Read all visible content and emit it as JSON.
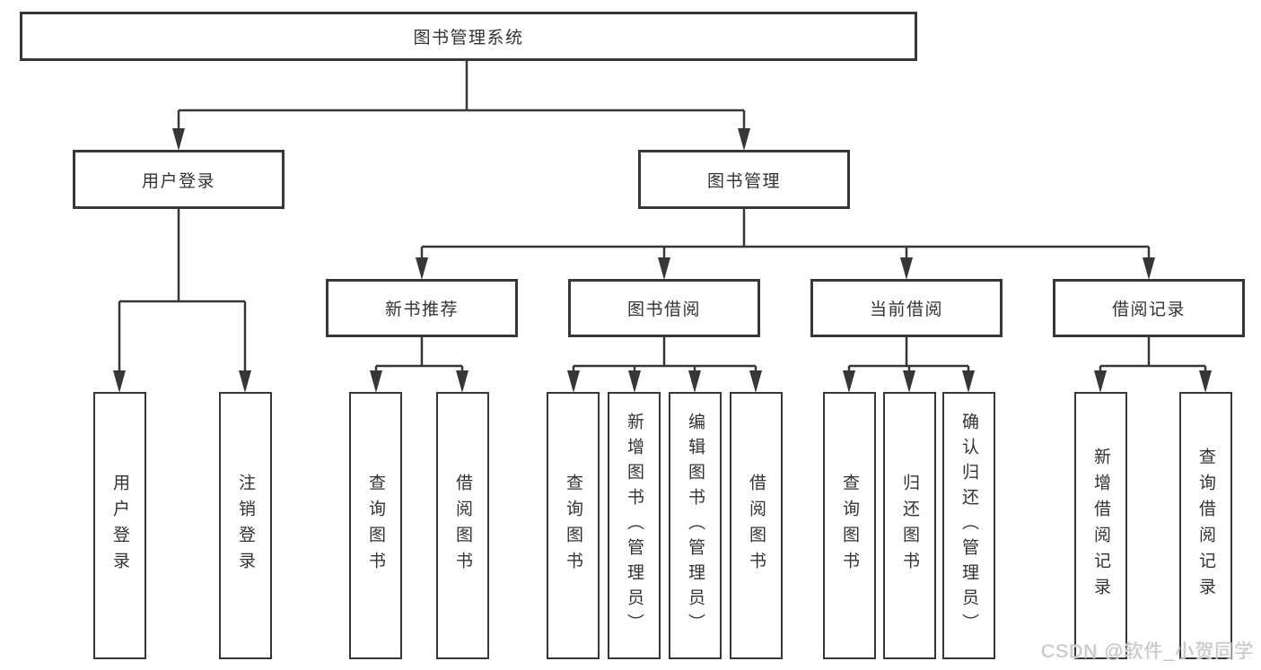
{
  "diagram": {
    "title": "图书管理系统",
    "tree": {
      "root": {
        "label": "图书管理系统",
        "children": [
          {
            "label": "用户登录",
            "children": [
              {
                "label": "用户登录"
              },
              {
                "label": "注销登录"
              }
            ]
          },
          {
            "label": "图书管理",
            "children": [
              {
                "label": "新书推荐",
                "children": [
                  {
                    "label": "查询图书"
                  },
                  {
                    "label": "借阅图书"
                  }
                ]
              },
              {
                "label": "图书借阅",
                "children": [
                  {
                    "label": "查询图书"
                  },
                  {
                    "label": "新增图书（管理员）"
                  },
                  {
                    "label": "编辑图书（管理员）"
                  },
                  {
                    "label": "借阅图书"
                  }
                ]
              },
              {
                "label": "当前借阅",
                "children": [
                  {
                    "label": "查询图书"
                  },
                  {
                    "label": "归还图书"
                  },
                  {
                    "label": "确认归还（管理员）"
                  }
                ]
              },
              {
                "label": "借阅记录",
                "children": [
                  {
                    "label": "新增借阅记录"
                  },
                  {
                    "label": "查询借阅记录"
                  }
                ]
              }
            ]
          }
        ]
      }
    }
  },
  "watermark": {
    "text": "CSDN @软件_小贺同学"
  },
  "colors": {
    "line": "#373737",
    "text": "#333333",
    "watermark": "#c6c6c6",
    "background": "#ffffff"
  }
}
